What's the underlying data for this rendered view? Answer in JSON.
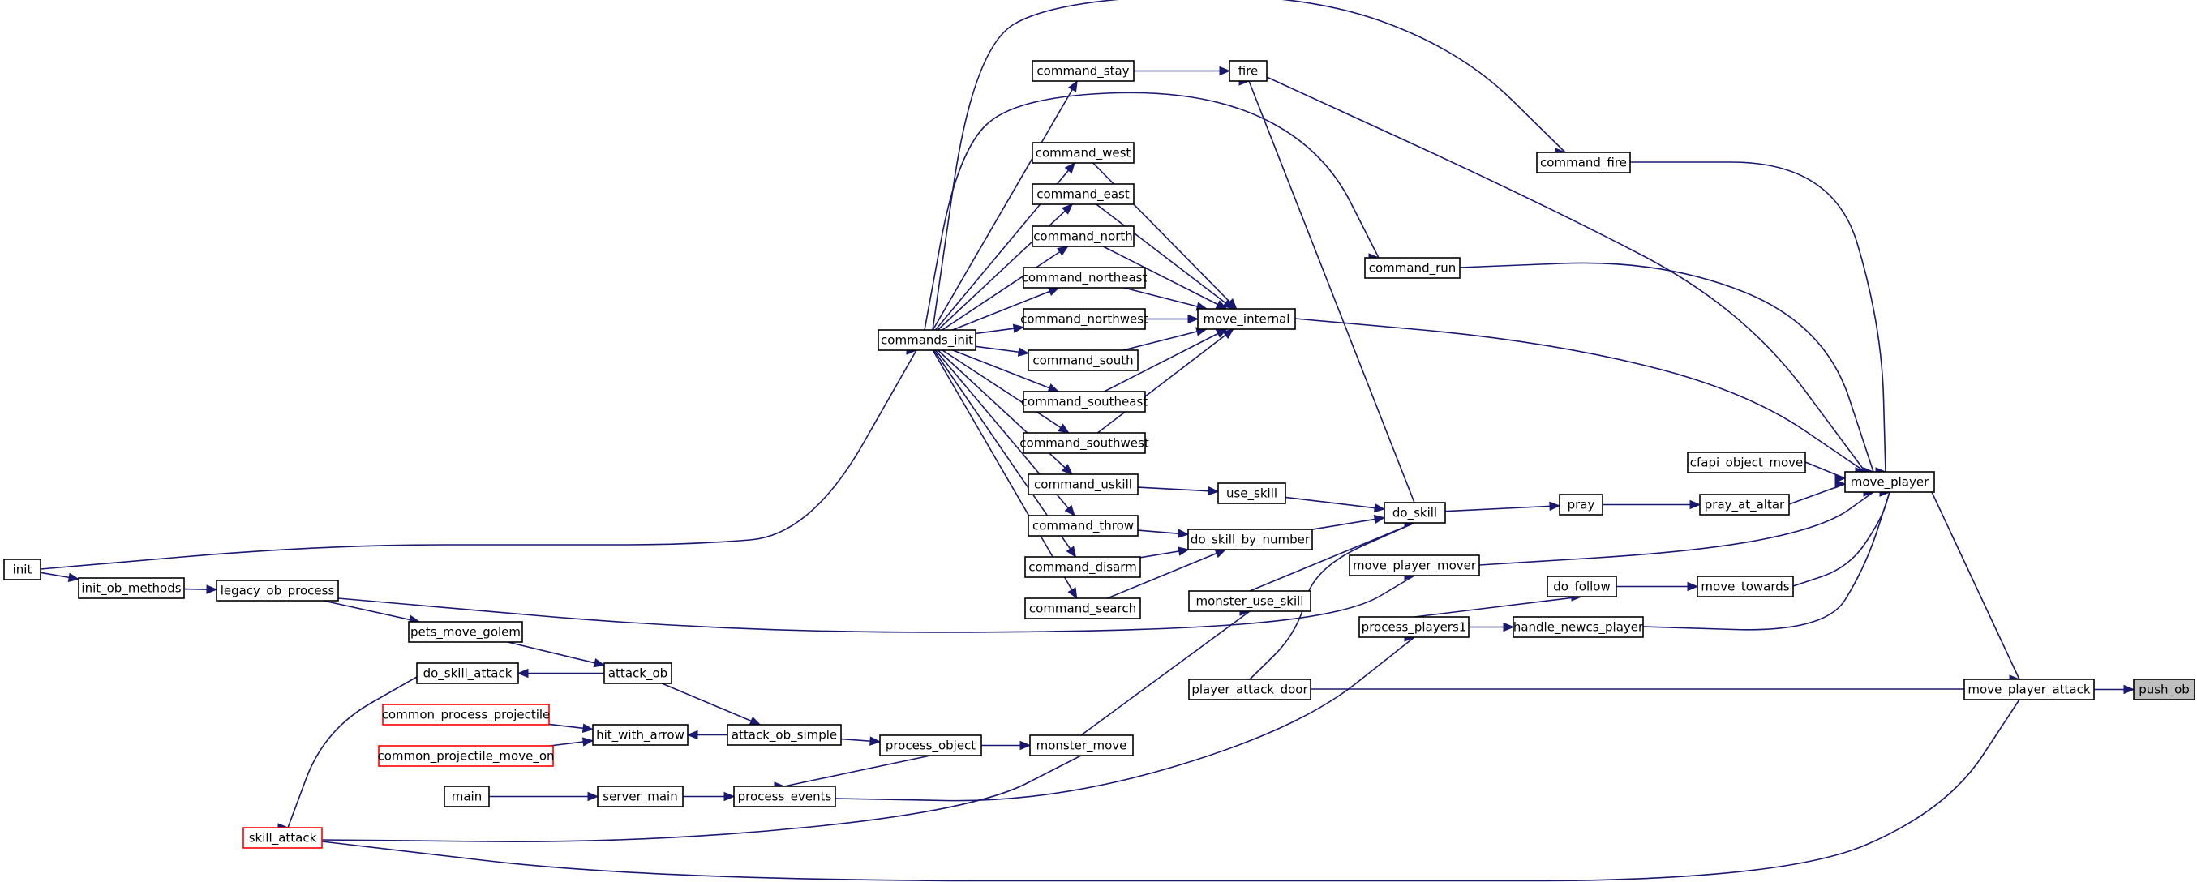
{
  "graph": {
    "title": "",
    "edge_color": "#191970",
    "node_border_color": "#000000",
    "truncated_border_color": "#ff0000",
    "highlight_fill": "#bfbfbf",
    "nodes": [
      {
        "id": "push_ob",
        "label": "push_ob",
        "style": "highlight"
      },
      {
        "id": "move_player_attack",
        "label": "move_player_attack"
      },
      {
        "id": "move_player",
        "label": "move_player"
      },
      {
        "id": "command_fire",
        "label": "command_fire"
      },
      {
        "id": "fire",
        "label": "fire"
      },
      {
        "id": "command_stay",
        "label": "command_stay"
      },
      {
        "id": "command_west",
        "label": "command_west"
      },
      {
        "id": "command_east",
        "label": "command_east"
      },
      {
        "id": "command_north",
        "label": "command_north"
      },
      {
        "id": "command_northeast",
        "label": "command_northeast"
      },
      {
        "id": "command_northwest",
        "label": "command_northwest"
      },
      {
        "id": "command_south",
        "label": "command_south"
      },
      {
        "id": "command_southeast",
        "label": "command_southeast"
      },
      {
        "id": "command_southwest",
        "label": "command_southwest"
      },
      {
        "id": "command_uskill",
        "label": "command_uskill"
      },
      {
        "id": "command_throw",
        "label": "command_throw"
      },
      {
        "id": "command_disarm",
        "label": "command_disarm"
      },
      {
        "id": "command_search",
        "label": "command_search"
      },
      {
        "id": "commands_init",
        "label": "commands_init"
      },
      {
        "id": "init",
        "label": "init"
      },
      {
        "id": "init_ob_methods",
        "label": "init_ob_methods"
      },
      {
        "id": "legacy_ob_process",
        "label": "legacy_ob_process"
      },
      {
        "id": "pets_move_golem",
        "label": "pets_move_golem"
      },
      {
        "id": "do_skill_attack",
        "label": "do_skill_attack"
      },
      {
        "id": "attack_ob",
        "label": "attack_ob"
      },
      {
        "id": "common_process_projectile",
        "label": "common_process_projectile",
        "style": "truncated"
      },
      {
        "id": "common_projectile_move_on",
        "label": "common_projectile_move_on",
        "style": "truncated"
      },
      {
        "id": "hit_with_arrow",
        "label": "hit_with_arrow"
      },
      {
        "id": "attack_ob_simple",
        "label": "attack_ob_simple"
      },
      {
        "id": "process_object",
        "label": "process_object"
      },
      {
        "id": "monster_move",
        "label": "monster_move"
      },
      {
        "id": "main",
        "label": "main"
      },
      {
        "id": "server_main",
        "label": "server_main"
      },
      {
        "id": "process_events",
        "label": "process_events"
      },
      {
        "id": "skill_attack",
        "label": "skill_attack",
        "style": "truncated"
      },
      {
        "id": "move_internal",
        "label": "move_internal"
      },
      {
        "id": "command_run",
        "label": "command_run"
      },
      {
        "id": "use_skill",
        "label": "use_skill"
      },
      {
        "id": "do_skill",
        "label": "do_skill"
      },
      {
        "id": "do_skill_by_number",
        "label": "do_skill_by_number"
      },
      {
        "id": "monster_use_skill",
        "label": "monster_use_skill"
      },
      {
        "id": "player_attack_door",
        "label": "player_attack_door"
      },
      {
        "id": "move_player_mover",
        "label": "move_player_mover"
      },
      {
        "id": "process_players1",
        "label": "process_players1"
      },
      {
        "id": "pray",
        "label": "pray"
      },
      {
        "id": "pray_at_altar",
        "label": "pray_at_altar"
      },
      {
        "id": "cfapi_object_move",
        "label": "cfapi_object_move"
      },
      {
        "id": "do_follow",
        "label": "do_follow"
      },
      {
        "id": "move_towards",
        "label": "move_towards"
      },
      {
        "id": "handle_newcs_player",
        "label": "handle_newcs_player"
      }
    ],
    "edges": [
      [
        "move_player_attack",
        "push_ob"
      ],
      [
        "move_player",
        "move_player_attack"
      ],
      [
        "command_fire",
        "move_player"
      ],
      [
        "commands_init",
        "command_fire"
      ],
      [
        "fire",
        "move_player"
      ],
      [
        "command_stay",
        "fire"
      ],
      [
        "commands_init",
        "command_stay"
      ],
      [
        "do_skill",
        "fire"
      ],
      [
        "move_internal",
        "move_player"
      ],
      [
        "command_west",
        "move_internal"
      ],
      [
        "command_east",
        "move_internal"
      ],
      [
        "command_north",
        "move_internal"
      ],
      [
        "command_northeast",
        "move_internal"
      ],
      [
        "command_northwest",
        "move_internal"
      ],
      [
        "command_south",
        "move_internal"
      ],
      [
        "command_southeast",
        "move_internal"
      ],
      [
        "command_southwest",
        "move_internal"
      ],
      [
        "commands_init",
        "command_west"
      ],
      [
        "commands_init",
        "command_east"
      ],
      [
        "commands_init",
        "command_north"
      ],
      [
        "commands_init",
        "command_northeast"
      ],
      [
        "commands_init",
        "command_northwest"
      ],
      [
        "commands_init",
        "command_south"
      ],
      [
        "commands_init",
        "command_southeast"
      ],
      [
        "commands_init",
        "command_southwest"
      ],
      [
        "commands_init",
        "command_uskill"
      ],
      [
        "commands_init",
        "command_throw"
      ],
      [
        "commands_init",
        "command_disarm"
      ],
      [
        "commands_init",
        "command_search"
      ],
      [
        "commands_init",
        "command_run"
      ],
      [
        "init",
        "commands_init"
      ],
      [
        "init",
        "init_ob_methods"
      ],
      [
        "init_ob_methods",
        "legacy_ob_process"
      ],
      [
        "legacy_ob_process",
        "pets_move_golem"
      ],
      [
        "legacy_ob_process",
        "move_player_mover"
      ],
      [
        "pets_move_golem",
        "attack_ob"
      ],
      [
        "attack_ob",
        "do_skill_attack"
      ],
      [
        "do_skill_attack",
        "skill_attack"
      ],
      [
        "attack_ob",
        "attack_ob_simple"
      ],
      [
        "attack_ob_simple",
        "hit_with_arrow"
      ],
      [
        "common_process_projectile",
        "hit_with_arrow"
      ],
      [
        "common_projectile_move_on",
        "hit_with_arrow"
      ],
      [
        "attack_ob_simple",
        "process_object"
      ],
      [
        "process_object",
        "monster_move"
      ],
      [
        "process_object",
        "process_events"
      ],
      [
        "main",
        "server_main"
      ],
      [
        "server_main",
        "process_events"
      ],
      [
        "process_events",
        "process_players1"
      ],
      [
        "monster_move",
        "monster_use_skill"
      ],
      [
        "monster_move",
        "skill_attack"
      ],
      [
        "command_run",
        "move_player"
      ],
      [
        "command_uskill",
        "use_skill"
      ],
      [
        "use_skill",
        "do_skill"
      ],
      [
        "command_throw",
        "do_skill_by_number"
      ],
      [
        "command_disarm",
        "do_skill_by_number"
      ],
      [
        "command_search",
        "do_skill_by_number"
      ],
      [
        "do_skill_by_number",
        "do_skill"
      ],
      [
        "monster_use_skill",
        "do_skill"
      ],
      [
        "player_attack_door",
        "do_skill"
      ],
      [
        "move_player_attack",
        "player_attack_door"
      ],
      [
        "move_player_attack",
        "skill_attack"
      ],
      [
        "do_skill",
        "pray"
      ],
      [
        "pray",
        "pray_at_altar"
      ],
      [
        "pray_at_altar",
        "move_player"
      ],
      [
        "cfapi_object_move",
        "move_player"
      ],
      [
        "move_player_mover",
        "move_player"
      ],
      [
        "move_towards",
        "move_player"
      ],
      [
        "do_follow",
        "move_towards"
      ],
      [
        "process_players1",
        "do_follow"
      ],
      [
        "process_players1",
        "handle_newcs_player"
      ],
      [
        "handle_newcs_player",
        "move_player"
      ]
    ]
  }
}
